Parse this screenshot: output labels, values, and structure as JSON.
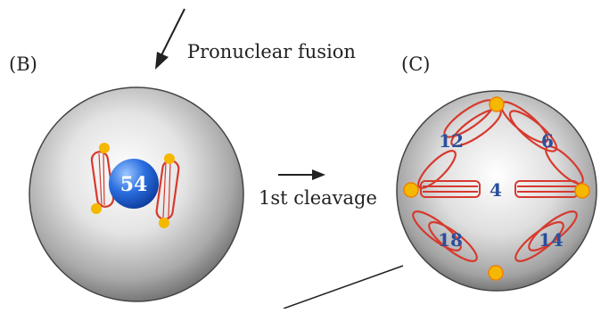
{
  "panels": {
    "b": {
      "label": "(B)",
      "nucleus_number": "54"
    },
    "c": {
      "label": "(C)",
      "numbers": {
        "top_left": "12",
        "top_right": "6",
        "center": "4",
        "bottom_left": "18",
        "bottom_right": "14"
      }
    }
  },
  "steps": {
    "fusion": "Pronuclear fusion",
    "cleavage": "1st cleavage"
  },
  "colors": {
    "number_blue": "#2b4f9c",
    "nucleus_blue": "#1f63d6",
    "spindle_red": "#d63a2e",
    "centrosome_yellow": "#f5b800"
  }
}
